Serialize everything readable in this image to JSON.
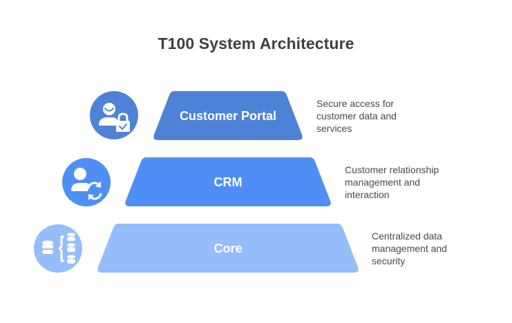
{
  "title": "T100 System Architecture",
  "colors": {
    "title_text": "#3f3f3f",
    "description_text": "#484848",
    "layer_label_text": "#ffffff"
  },
  "layers": [
    {
      "label": "Customer Portal",
      "description_lines": [
        "Secure access for",
        "customer data and",
        "services"
      ],
      "icon": "user-lock-icon",
      "color": "#4e82d6"
    },
    {
      "label": "CRM",
      "description_lines": [
        "Customer relationship",
        "management and",
        "interaction"
      ],
      "icon": "user-sync-icon",
      "color": "#4f8ff5"
    },
    {
      "label": "Core",
      "description_lines": [
        "Centralized data",
        "management and",
        "security"
      ],
      "icon": "database-hierarchy-icon",
      "color": "#96bdfb"
    }
  ]
}
